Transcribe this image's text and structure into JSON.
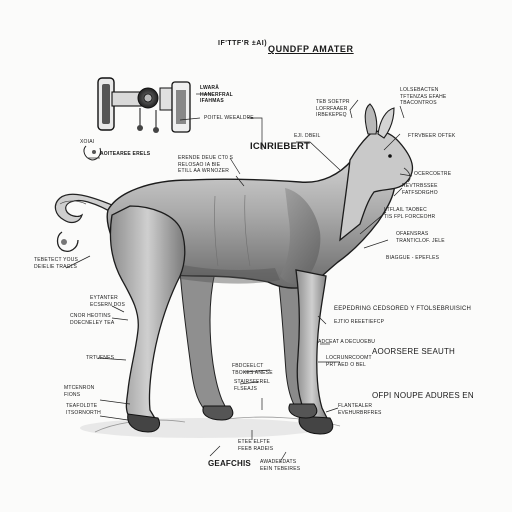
{
  "header": {
    "title_left": "IF'TTF'R ±AI)",
    "title_right": "QUNDFP AMATER"
  },
  "labels": {
    "top_device": [
      "LWARÄ",
      "HANERFRAL",
      "IFAHMAS"
    ],
    "pite": "POITEL WEEALDPE",
    "top_mid": [
      "TEB SOETPR",
      "LOFRFAAER",
      "IRBEKEPEQ"
    ],
    "ear_right": [
      "LOLSEBACTEN",
      "TFTENZAS EFAHE",
      "TBACONTROS"
    ],
    "head_right": "FTRVBEER OFTEK",
    "upper_center_1": "EJI. DBEIL",
    "upper_center_2": "ICNRIEBERT",
    "left_side_1": "XOIAI",
    "left_side_2": "AOITEAREE ERELS",
    "mid_left": [
      "ERENDE DEUE CT0 S",
      "RELOSAO IA BIE",
      "ETILL AA WRNOZER"
    ],
    "neck_right": "OCERCOETRE",
    "throat_right": [
      "REVTRBSSEE",
      "FATFSDRGHO"
    ],
    "chest_right": [
      "LTFLAIL TAOBEC",
      "TIS FPL FORCEOHR"
    ],
    "chest_right_2": [
      "OFAENSRAS",
      "TRANTICLOF. JELE"
    ],
    "chest_right_3": "BIAGGUE - EPEFLES",
    "tail_left": [
      "TEBETECT YOUS",
      "DEIELIE TRACLS"
    ],
    "mid_right": "EEPEDRING CEDSORED Y FTOLSEBRUISICH",
    "mid_right_2": "EJTIO REEETIEFCP",
    "leg_left_1": [
      "EYTANTER",
      "ECSERN DOS"
    ],
    "leg_left_2": [
      "CNOR HEOTINS",
      "DOECNELEY TEA"
    ],
    "leg_left_3": "TRTUFNES",
    "leg_left_4": [
      "MTCENRON",
      "FIONS"
    ],
    "leg_left_5": [
      "TEAFOLDTE",
      "ITSORNORTH"
    ],
    "foreleg_right": "ADCEAT A DECUOEBU",
    "foreleg_right_2": [
      "LOCRUNRCOOMT",
      "PRT AED O BEL"
    ],
    "right_big_1": "AOORSERE SEAUTH",
    "right_big_2": "OFPI NOUPE ADURES EN",
    "center_low_1": [
      "FBDCEELCT",
      "TBOKES ANESE"
    ],
    "center_low_2": [
      "STAIRSFEREL",
      "FLSEAJS"
    ],
    "hoof_right": [
      "FLANTEALER",
      "EVEHURBRFRES"
    ],
    "bottom_1": [
      "ETEE ELFTE",
      "FEEB RADEIS"
    ],
    "bottom_2": "GEAFCHIS",
    "bottom_3": [
      "AWADEEDATS",
      "EEIN TEBEIRES"
    ]
  }
}
